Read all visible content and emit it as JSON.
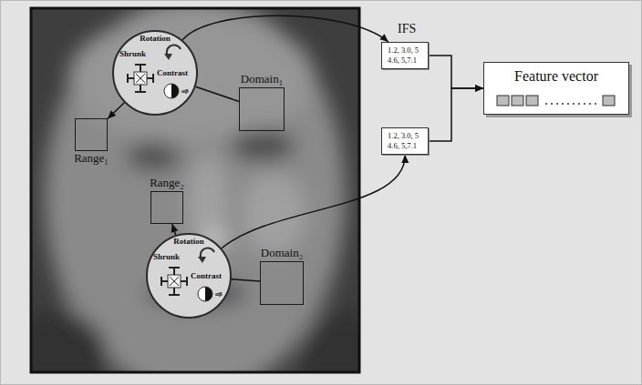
{
  "diagram": {
    "nodes": [
      {
        "text": [
          "Rotation",
          "Shrunk",
          "Contrast",
          "αβ"
        ]
      },
      {
        "text": [
          "Domain₁"
        ]
      },
      {
        "text": [
          "Range₁"
        ]
      },
      {
        "text": [
          "Range₂"
        ]
      },
      {
        "text": [
          "Rotation",
          "Shrunk",
          "Contrast",
          "αβ"
        ]
      },
      {
        "text": [
          "Domain₂"
        ]
      },
      {
        "text": [
          "1.2, 3.0, 5 4.6, 5,7.1"
        ]
      },
      {
        "text": [
          "1.2, 3.0, 5 4.6, 5,7.1"
        ]
      },
      {
        "text": [
          "Feature vector"
        ]
      }
    ],
    "edges": [
      {
        "from": 1,
        "to": 0,
        "arrow": "none"
      },
      {
        "from": 0,
        "to": 2,
        "arrow": "to"
      },
      {
        "from": 0,
        "to": 6,
        "arrow": "to"
      },
      {
        "from": 5,
        "to": 4,
        "arrow": "none"
      },
      {
        "from": 4,
        "to": 3,
        "arrow": "to"
      },
      {
        "from": 4,
        "to": 7,
        "arrow": "to"
      },
      {
        "from": 6,
        "to": 8,
        "arrow": "to"
      },
      {
        "from": 7,
        "to": 8,
        "arrow": "to"
      }
    ],
    "labels": [
      "IFS"
    ]
  }
}
